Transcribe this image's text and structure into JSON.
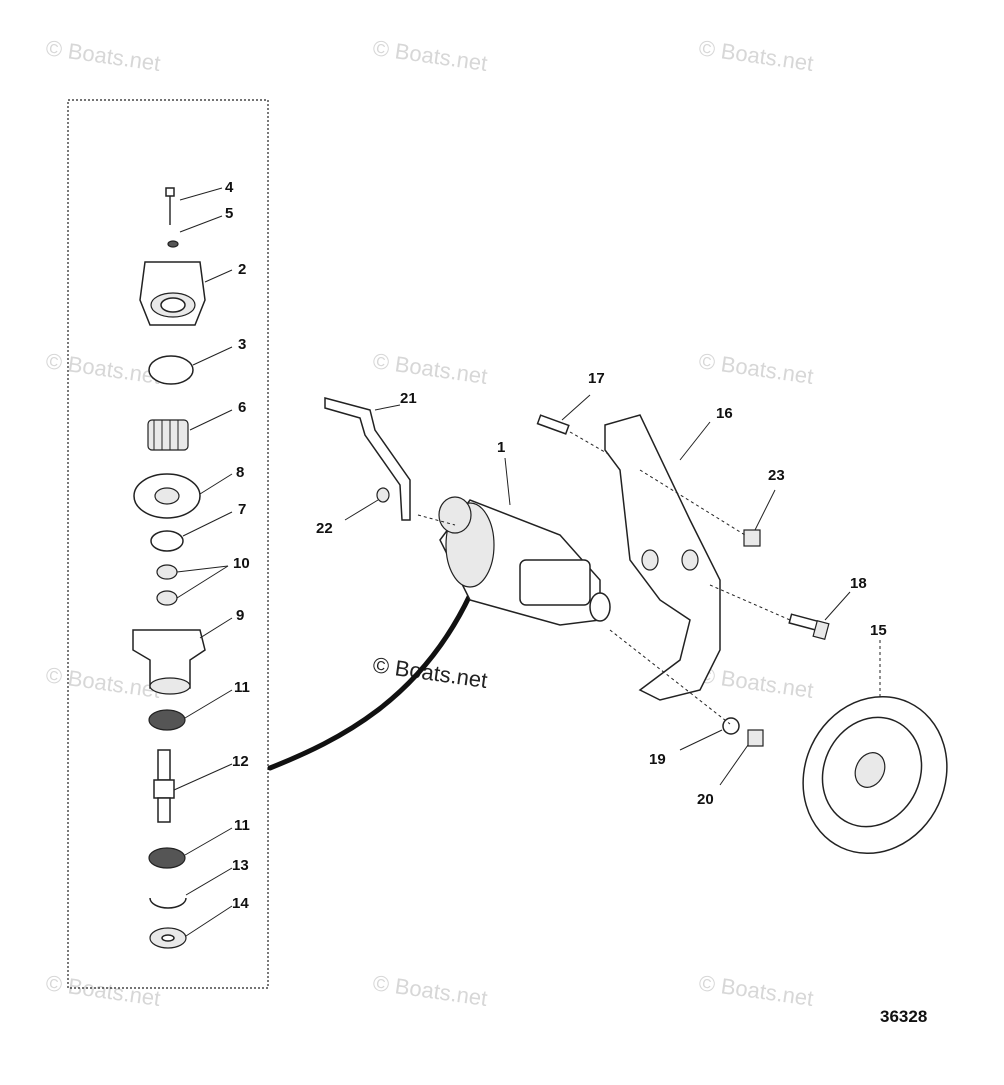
{
  "watermark_text": "© Boats.net",
  "figure_code": "36328",
  "callouts": {
    "c1": "1",
    "c2": "2",
    "c3": "3",
    "c4": "4",
    "c5": "5",
    "c6": "6",
    "c7": "7",
    "c8": "8",
    "c9": "9",
    "c10": "10",
    "c11a": "11",
    "c11b": "11",
    "c12": "12",
    "c13": "13",
    "c14": "14",
    "c15": "15",
    "c16": "16",
    "c17": "17",
    "c18": "18",
    "c19": "19",
    "c20": "20",
    "c21": "21",
    "c22": "22",
    "c23": "23"
  }
}
